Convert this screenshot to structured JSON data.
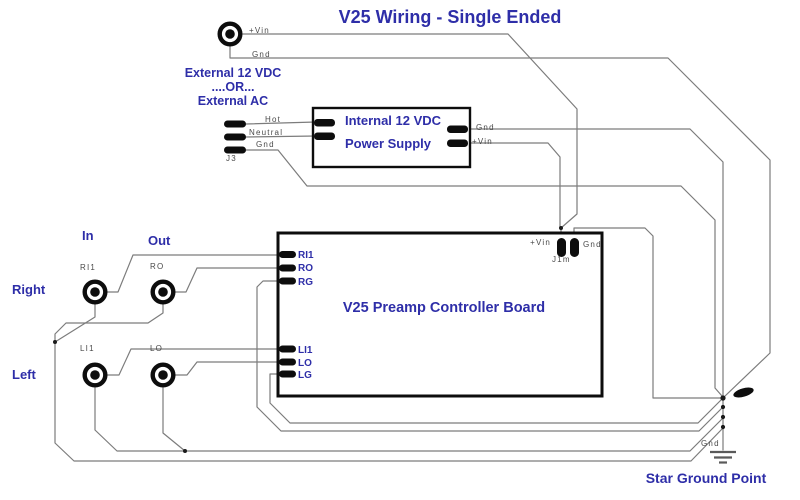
{
  "title": "V25 Wiring - Single Ended",
  "colors": {
    "accent": "#2e2ea8",
    "wire": "#7c7c7c",
    "ink": "#0d0d0d",
    "pin_text": "#4a4a4a"
  },
  "external_dc": {
    "vin": "+Vin",
    "gnd": "Gnd",
    "caption1": "External 12 VDC",
    "caption2": "....OR...",
    "caption3": "External AC"
  },
  "ac_input": {
    "ref": "J3",
    "pins": [
      "Hot",
      "Neutral",
      "Gnd"
    ]
  },
  "power_supply": {
    "name1": "Internal 12 VDC",
    "name2": "Power Supply",
    "out_gnd": "Gnd",
    "out_vin": "+Vin"
  },
  "board": {
    "title": "V25 Preamp Controller Board",
    "pins_top": [
      "RI1",
      "RO",
      "RG"
    ],
    "pins_bottom": [
      "LI1",
      "LO",
      "LG"
    ],
    "header": {
      "vin": "+Vin",
      "gnd": "Gnd",
      "ref": "J1m"
    }
  },
  "jacks": {
    "col_in": "In",
    "col_out": "Out",
    "row_right": "Right",
    "row_left": "Left",
    "right_in": "RI1",
    "right_out": "RO",
    "left_in": "LI1",
    "left_out": "LO"
  },
  "ground": {
    "label": "Gnd",
    "caption": "Star Ground Point"
  }
}
